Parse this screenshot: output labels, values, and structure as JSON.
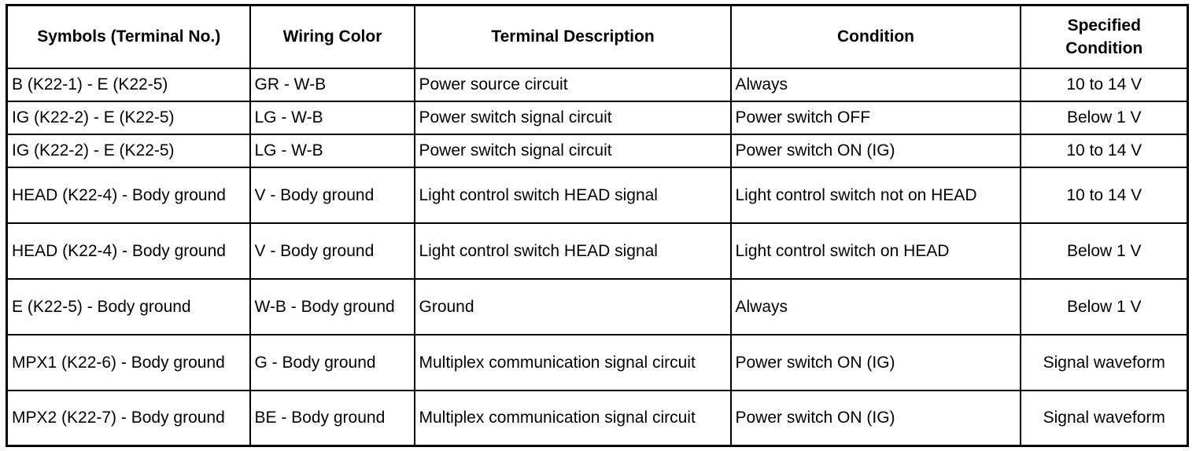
{
  "table": {
    "headers": [
      "Symbols (Terminal No.)",
      "Wiring Color",
      "Terminal Description",
      "Condition",
      "Specified Condition"
    ],
    "rows": [
      [
        "B (K22-1) - E (K22-5)",
        "GR - W-B",
        "Power source circuit",
        "Always",
        "10 to 14 V"
      ],
      [
        "IG (K22-2) - E (K22-5)",
        "LG - W-B",
        "Power switch signal circuit",
        "Power switch OFF",
        "Below 1 V"
      ],
      [
        "IG (K22-2) - E (K22-5)",
        "LG - W-B",
        "Power switch signal circuit",
        "Power switch ON (IG)",
        "10 to 14 V"
      ],
      [
        "HEAD (K22-4) - Body ground",
        "V - Body ground",
        "Light control switch HEAD signal",
        "Light control switch not on HEAD",
        "10 to 14 V"
      ],
      [
        "HEAD (K22-4) - Body ground",
        "V - Body ground",
        "Light control switch HEAD signal",
        "Light control switch on HEAD",
        "Below 1 V"
      ],
      [
        "E (K22-5) - Body ground",
        "W-B - Body ground",
        "Ground",
        "Always",
        "Below 1 V"
      ],
      [
        "MPX1 (K22-6) - Body ground",
        "G - Body ground",
        "Multiplex communication signal circuit",
        "Power switch ON (IG)",
        "Signal waveform"
      ],
      [
        "MPX2 (K22-7) - Body ground",
        "BE - Body ground",
        "Multiplex communication signal circuit",
        "Power switch ON (IG)",
        "Signal waveform"
      ]
    ]
  }
}
